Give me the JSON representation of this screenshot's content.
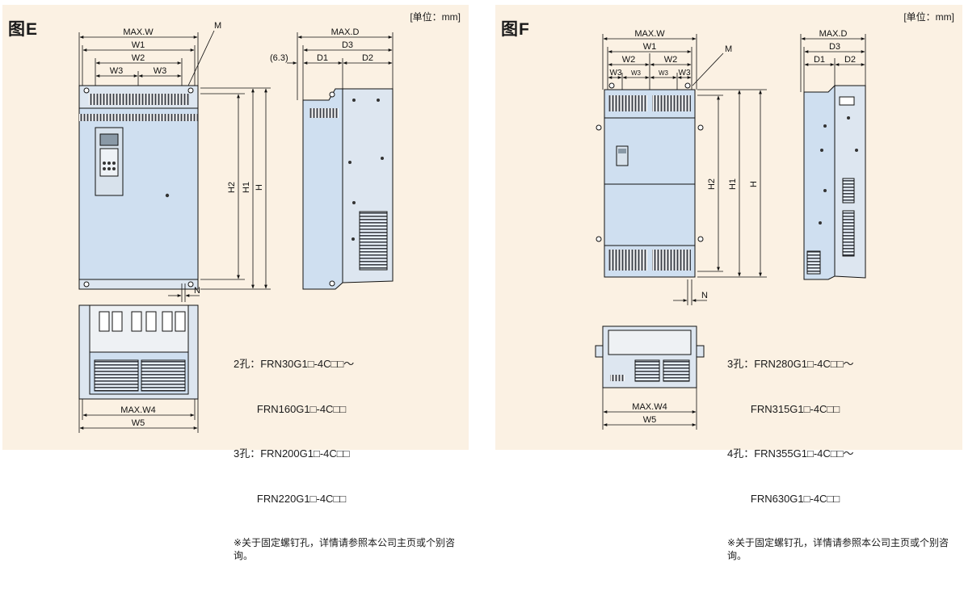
{
  "unit_label": "[单位：mm]",
  "figure_e": {
    "title": "图E",
    "dims": {
      "max_w": "MAX.W",
      "w1": "W1",
      "w2": "W2",
      "w3": "W3",
      "m": "M",
      "max_d": "MAX.D",
      "d3": "D3",
      "d1": "D1",
      "d2": "D2",
      "offset": "(6.3)",
      "h": "H",
      "h1": "H1",
      "h2": "H2",
      "n": "N",
      "max_w4": "MAX.W4",
      "w5": "W5"
    },
    "notes": [
      "2孔：FRN30G1□-4C□□～",
      "        FRN160G1□-4C□□",
      "3孔：FRN200G1□-4C□□",
      "        FRN220G1□-4C□□"
    ],
    "remark": "※关于固定螺钉孔，详情请参照本公司主页或个别咨询。"
  },
  "figure_f": {
    "title": "图F",
    "dims": {
      "max_w": "MAX.W",
      "w1": "W1",
      "w2": "W2",
      "w3": "W3",
      "m": "M",
      "max_d": "MAX.D",
      "d3": "D3",
      "d1": "D1",
      "d2": "D2",
      "h": "H",
      "h1": "H1",
      "h2": "H2",
      "n": "N",
      "max_w4": "MAX.W4",
      "w5": "W5"
    },
    "notes": [
      "3孔：FRN280G1□-4C□□～",
      "        FRN315G1□-4C□□",
      "4孔：FRN355G1□-4C□□～",
      "        FRN630G1□-4C□□"
    ],
    "remark": "※关于固定螺钉孔，详情请参照本公司主页或个别咨询。"
  }
}
